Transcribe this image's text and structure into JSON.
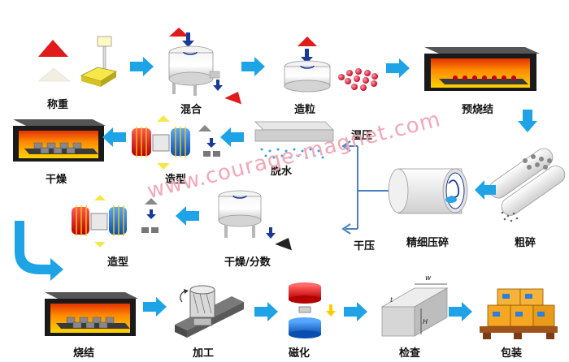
{
  "steps": {
    "weighing": "称重",
    "mixing": "混合",
    "granulation": "造粒",
    "pre_sintering": "预烧结",
    "coarse_crushing": "粗碎",
    "fine_crushing": "精细压碎",
    "wet_press": "湿压",
    "dry_press": "干压",
    "dewatering": "脱水",
    "forming_wet": "造型",
    "drying": "干燥",
    "drying_dispersing": "干燥/分数",
    "forming_dry": "造型",
    "sintering": "烧结",
    "machining": "加工",
    "magnetizing": "磁化",
    "inspection": "检查",
    "packaging": "包装"
  },
  "watermark": "www.courage-magnet.com",
  "dimension_labels": {
    "w": "w",
    "h": "H",
    "t": "t"
  },
  "colors": {
    "arrow": "#1ea4e6",
    "flow_line": "#4a7fc1",
    "furnace_glow": "#ff8a00",
    "magnet_red": "#e02020",
    "magnet_blue": "#1e6fd0"
  }
}
